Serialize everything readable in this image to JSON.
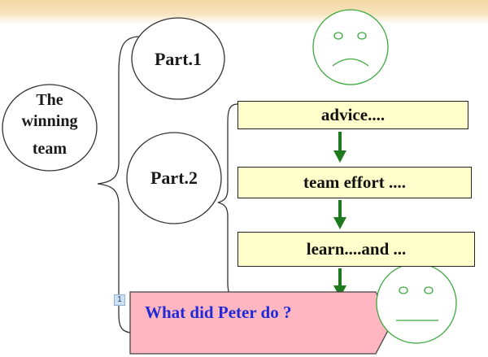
{
  "root": {
    "label_lines": [
      "The",
      "winning",
      "team"
    ]
  },
  "parts": {
    "part1": "Part.1",
    "part2": "Part.2"
  },
  "steps": [
    "advice....",
    "team effort ....",
    "learn....and ..."
  ],
  "question": {
    "text": "What did Peter do ?",
    "number": "1"
  },
  "colors": {
    "box_fill": "#ffffcc",
    "arrow": "#1f7a1f",
    "question_fill": "#ffb6c1",
    "question_text": "#1f2bd6",
    "face_stroke": "#3aa83a"
  },
  "icons": {
    "top_face": "sad-face-icon",
    "bottom_face": "neutral-face-icon"
  }
}
